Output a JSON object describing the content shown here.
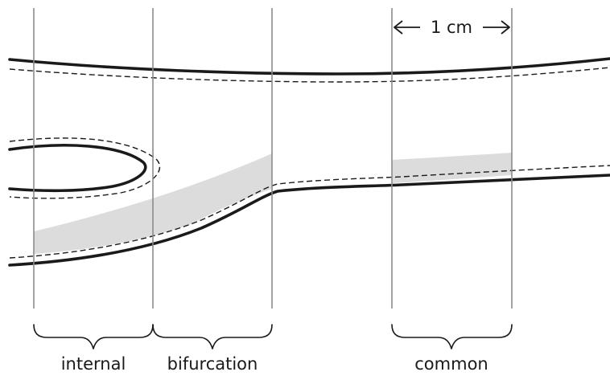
{
  "scale_bar": {
    "label": "1 cm"
  },
  "segments": [
    {
      "id": "internal",
      "label": "internal"
    },
    {
      "id": "bifurcation",
      "label": "bifurcation"
    },
    {
      "id": "common",
      "label": "common"
    }
  ],
  "colors": {
    "wall": "#1a1a1a",
    "plaque": "#dcdcdc",
    "gridline": "#8c8c8c"
  }
}
